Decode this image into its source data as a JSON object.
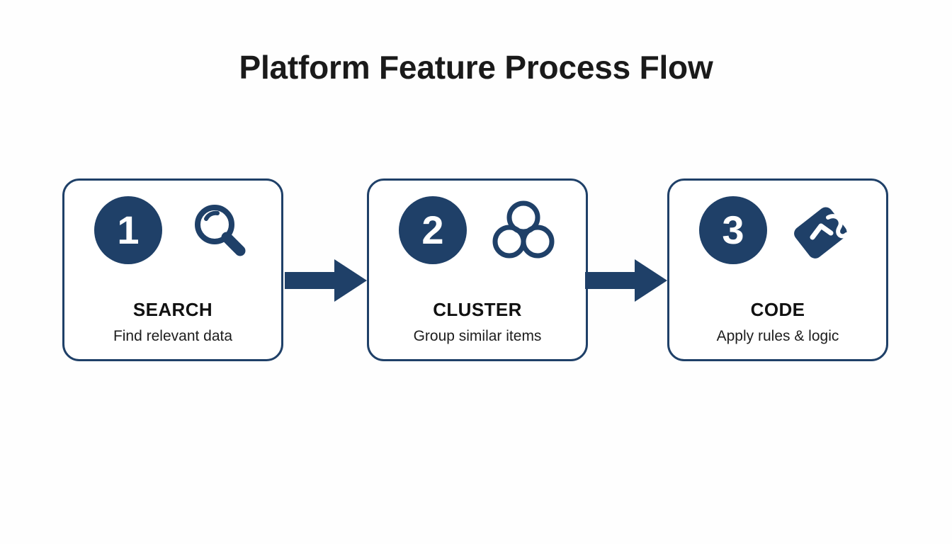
{
  "page": {
    "title": "Platform Feature Process Flow",
    "background_color": "#fefefe",
    "accent_color": "#1f4068",
    "title_color": "#1a1a1a",
    "text_color": "#111111"
  },
  "flow": {
    "steps": [
      {
        "number": "1",
        "label": "SEARCH",
        "description": "Find relevant data",
        "icon": "magnifier-icon"
      },
      {
        "number": "2",
        "label": "CLUSTER",
        "description": "Group similar items",
        "icon": "cluster-circles-icon"
      },
      {
        "number": "3",
        "label": "CODE",
        "description": "Apply rules & logic",
        "icon": "tag-icon"
      }
    ],
    "connectors": [
      {
        "name": "arrow-right-1",
        "direction": "right"
      },
      {
        "name": "arrow-right-2",
        "direction": "right"
      }
    ]
  }
}
